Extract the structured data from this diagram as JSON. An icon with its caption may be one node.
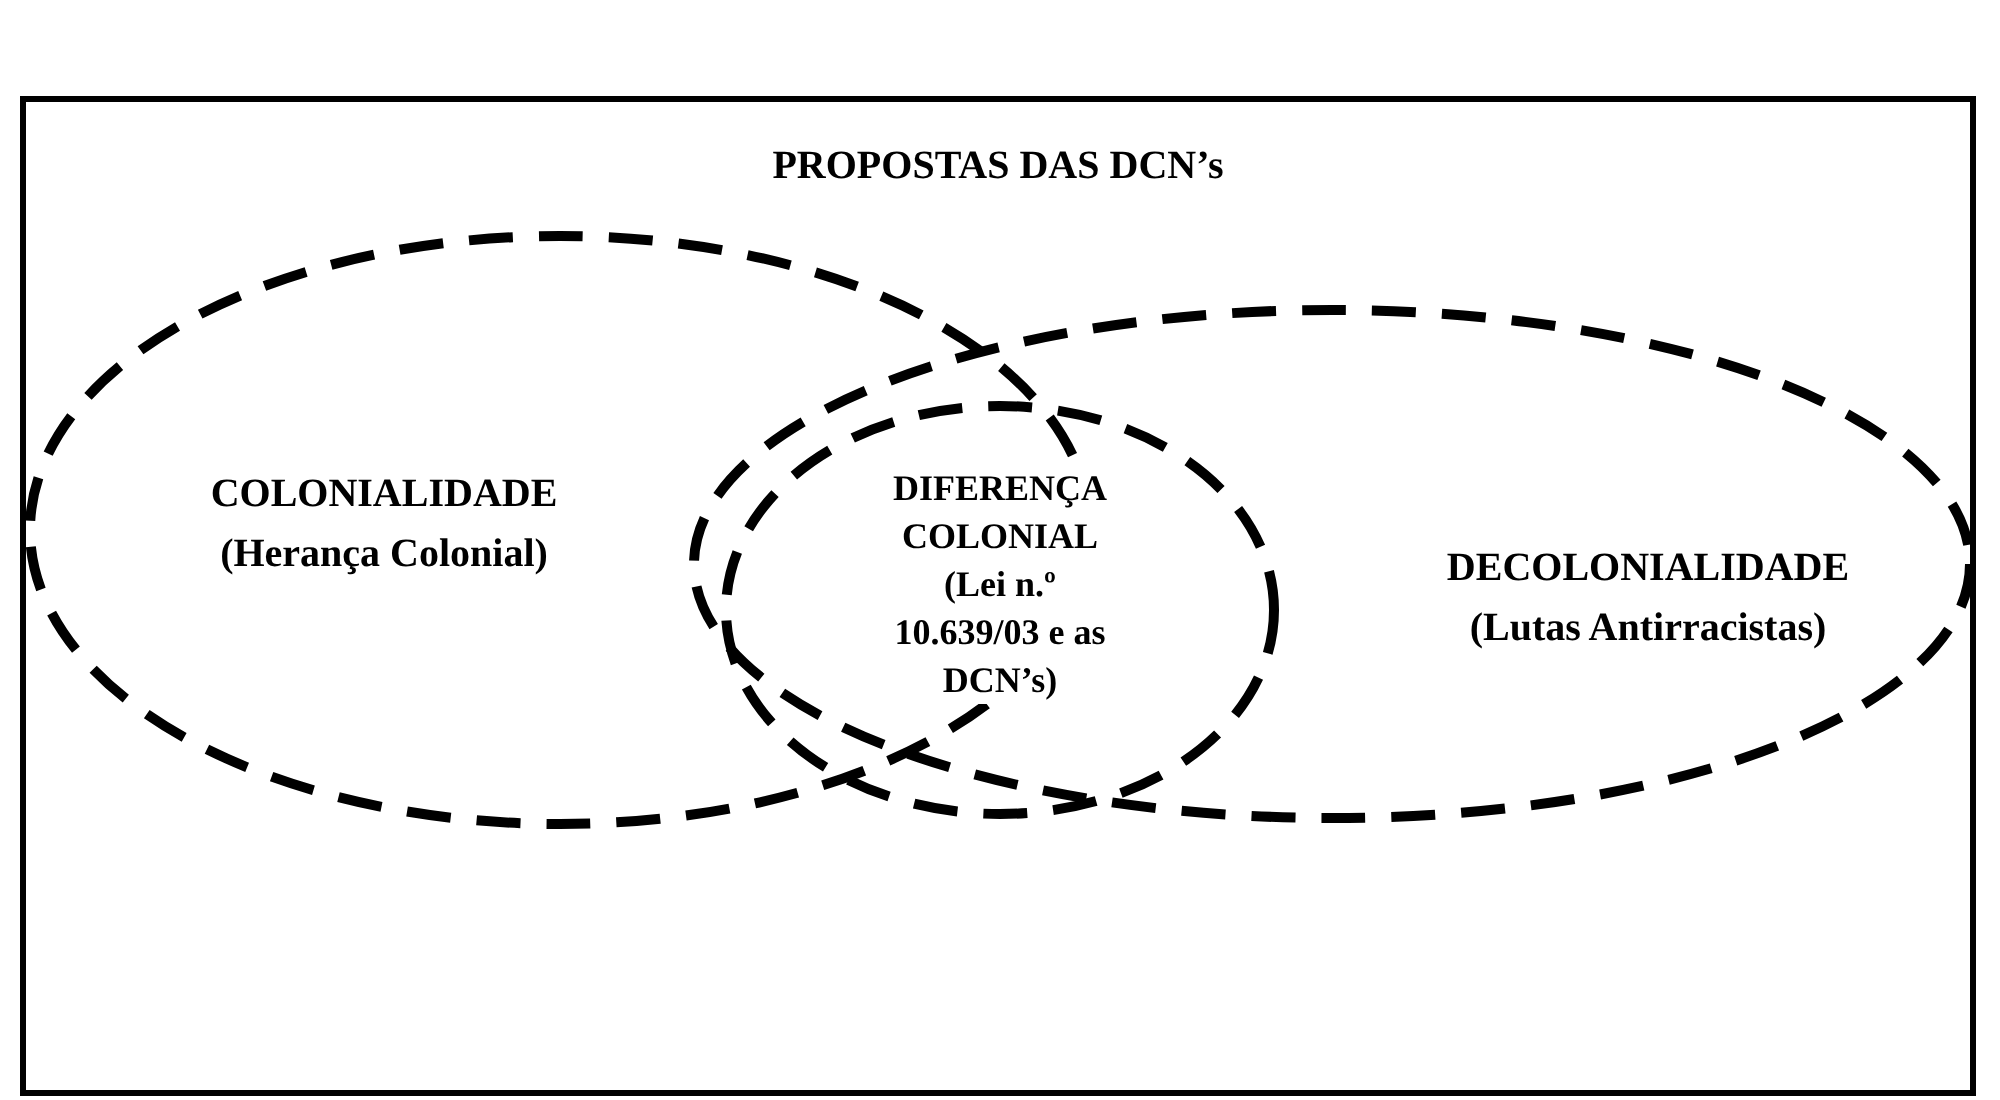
{
  "diagram": {
    "nodes": [
      {
        "text": [
          "PROPOSTAS DAS DCN’s"
        ]
      },
      {
        "text": [
          "COLONIALIDADE (Herança Colonial)"
        ],
        "in": 0
      },
      {
        "text": [
          "DECOLONIALIDADE (Lutas Antirracistas)"
        ],
        "in": 0
      },
      {
        "text": [
          "DIFERENÇA COLONIAL (Lei n.º 10.639/03 e as DCN’s)"
        ],
        "in": 2
      }
    ]
  }
}
